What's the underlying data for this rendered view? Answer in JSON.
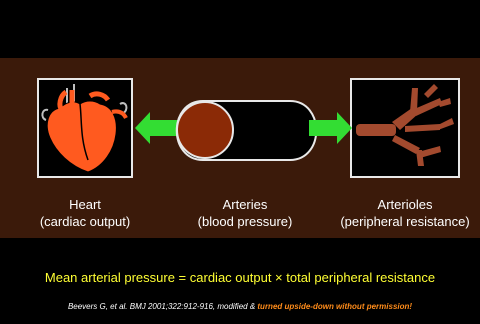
{
  "labels": {
    "heart_title": "Heart",
    "heart_sub": "(cardiac output)",
    "arteries_title": "Arteries",
    "arteries_sub": "(blood pressure)",
    "arterioles_title": "Arterioles",
    "arterioles_sub": "(peripheral resistance)"
  },
  "formula": "Mean arterial pressure = cardiac output × total peripheral resistance",
  "citation": {
    "main": "Beevers G, et al. BMJ 2001;322:912-916, modified & ",
    "highlight": "turned upside-down without permission!"
  },
  "colors": {
    "band": "#3b1a0a",
    "heart": "#ff5a1f",
    "arrow": "#33dd33",
    "tube": "#000000",
    "ball": "#8b2a06",
    "arteriole": "#a34a2e",
    "formula": "#ffff33",
    "citation_highlight": "#ff8c1a"
  },
  "icons": {
    "heart": "heart-illustration-icon",
    "arterioles": "branching-vessel-icon",
    "arrows": "green-arrow-icon"
  }
}
